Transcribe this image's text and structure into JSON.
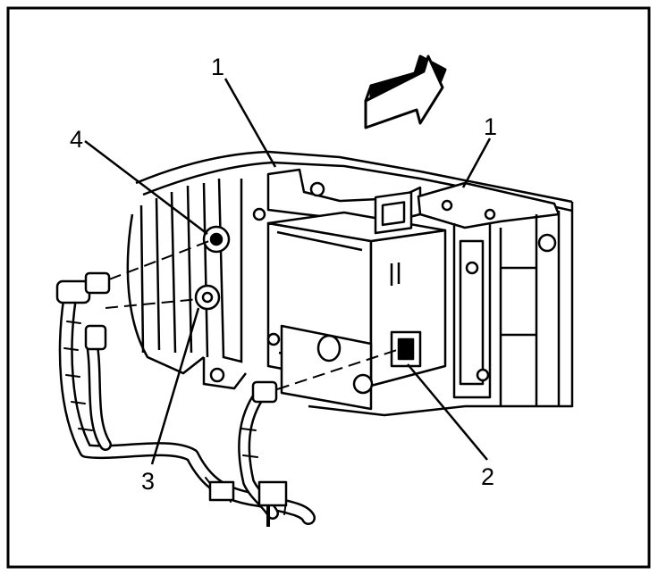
{
  "diagram": {
    "callouts": [
      {
        "id": "c1a",
        "text": "1"
      },
      {
        "id": "c1b",
        "text": "1"
      },
      {
        "id": "c2",
        "text": "2"
      },
      {
        "id": "c3",
        "text": "3"
      },
      {
        "id": "c4",
        "text": "4"
      }
    ],
    "colors": {
      "ink": "#000000",
      "paper": "#ffffff"
    }
  }
}
